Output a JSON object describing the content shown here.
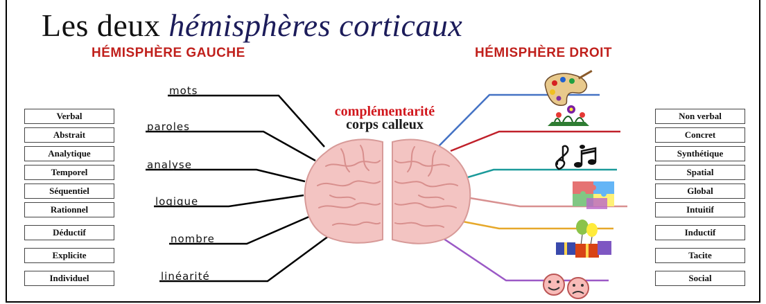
{
  "title": {
    "part1": "Les deux",
    "part2": "hémisphères corticaux"
  },
  "left_heading": "HÉMISPHÈRE GAUCHE",
  "right_heading": "HÉMISPHÈRE DROIT",
  "center": {
    "line1": "complémentarité",
    "line2": "corps calleux"
  },
  "left_boxes": [
    "Verbal",
    "Abstrait",
    "Analytique",
    "Temporel",
    "Séquentiel",
    "Rationnel",
    "Déductif",
    "Explicite",
    "Individuel"
  ],
  "right_boxes": [
    "Non verbal",
    "Concret",
    "Synthétique",
    "Spatial",
    "Global",
    "Intuitif",
    "Inductif",
    "Tacite",
    "Social"
  ],
  "left_words": [
    "mots",
    "paroles",
    "analyse",
    "logique",
    "nombre",
    "linéarité"
  ],
  "right_icons": [
    "palette-icon",
    "flowers-icon",
    "music-notes-icon",
    "puzzle-icon",
    "balloons-gift-icon",
    "faces-icon"
  ],
  "colors": {
    "heading": "#c0201c",
    "center": "#d1171d",
    "brain": "#f2c2c0",
    "line_blue": "#4472c4",
    "line_red": "#c0202a",
    "line_teal": "#1a9a9a",
    "line_rose": "#d89090",
    "line_gold": "#e6a82a",
    "line_purple": "#9b59c6"
  }
}
